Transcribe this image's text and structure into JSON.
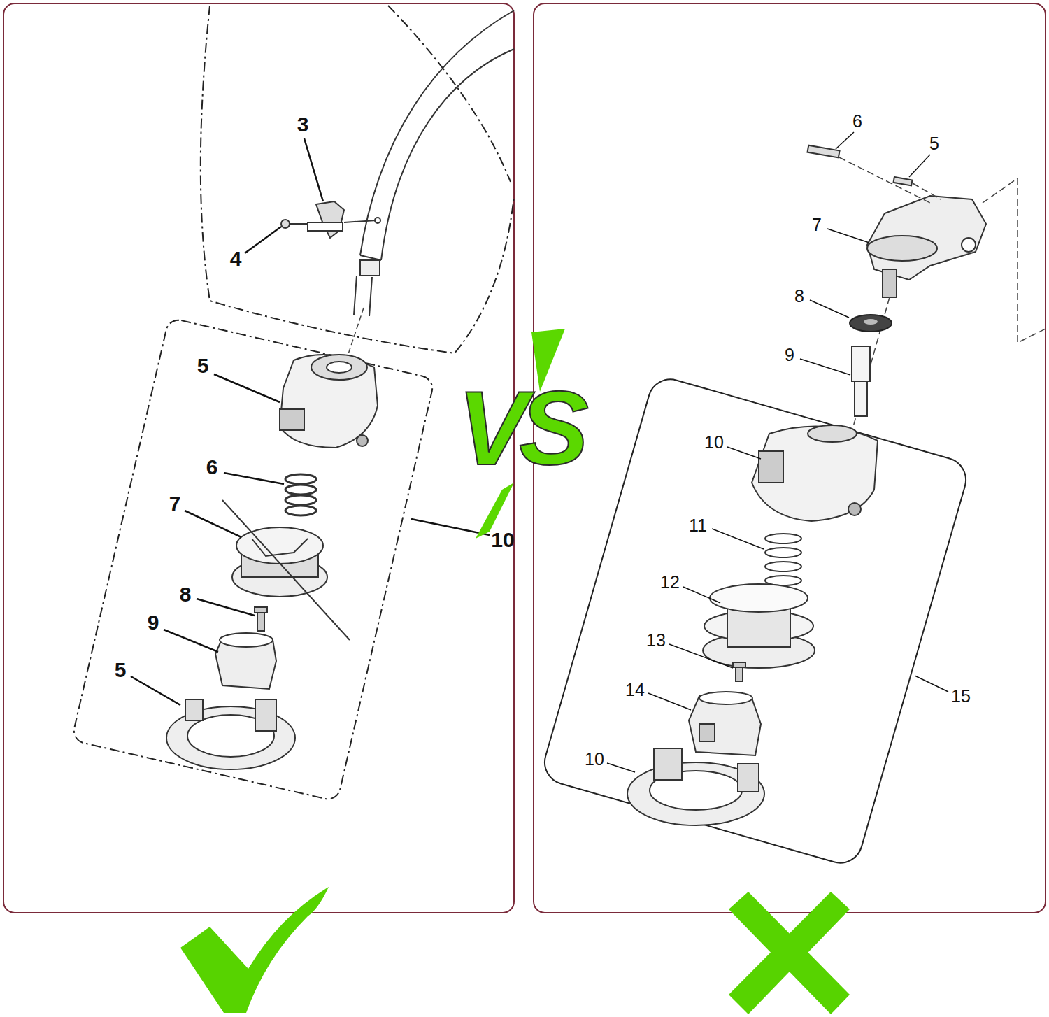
{
  "diagram": {
    "labels": [
      "3",
      "4",
      "5",
      "6",
      "7",
      "8",
      "9",
      "5",
      "10",
      "VS",
      "6",
      "5",
      "7",
      "8",
      "9",
      "10",
      "11",
      "12",
      "13",
      "14",
      "10",
      "15"
    ]
  }
}
